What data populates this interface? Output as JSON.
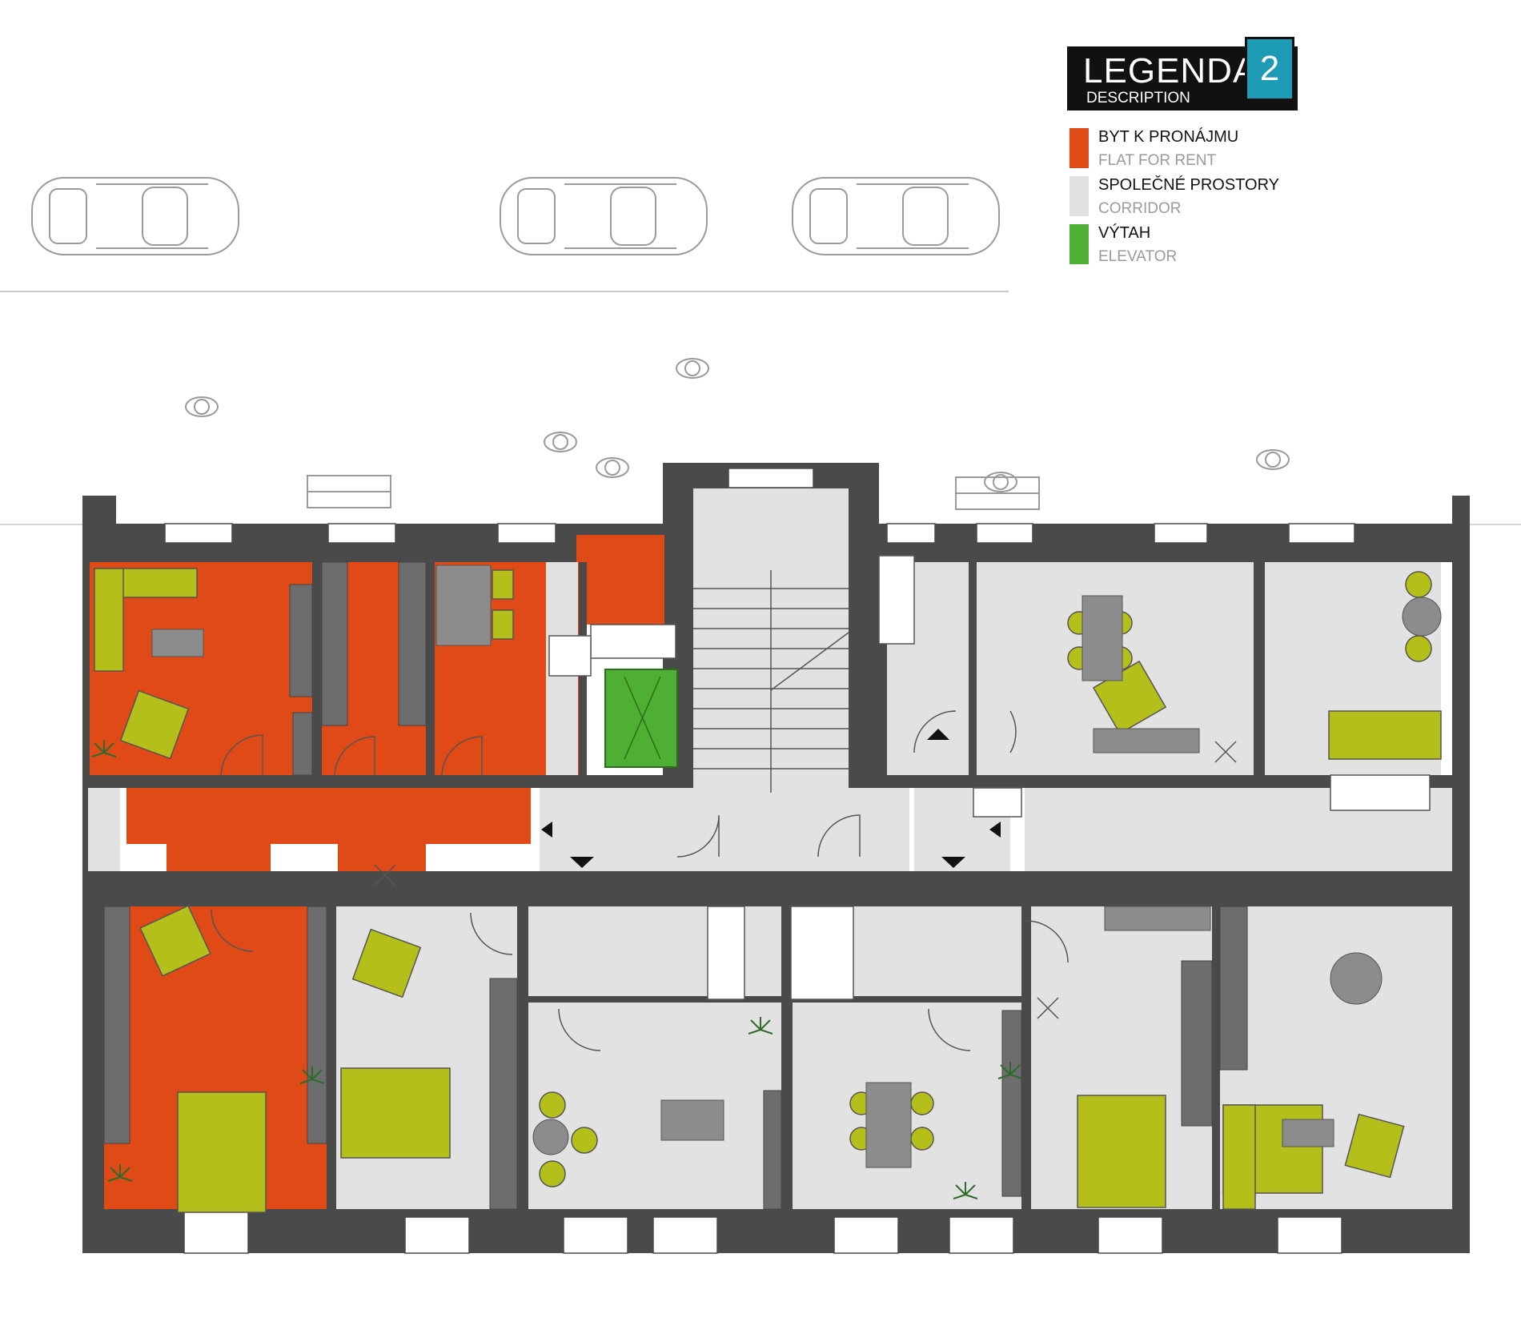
{
  "legend": {
    "title": "LEGENDA",
    "subtitle": "DESCRIPTION",
    "number": "2",
    "items": [
      {
        "label": "BYT K PRONÁJMU",
        "sublabel": "FLAT FOR RENT",
        "color": "#e04a17"
      },
      {
        "label": "SPOLEČNÉ PROSTORY",
        "sublabel": "CORRIDOR",
        "color": "#e2e2e2"
      },
      {
        "label": "VÝTAH",
        "sublabel": "ELEVATOR",
        "color": "#4fae34"
      }
    ]
  },
  "colors": {
    "wall": "#4a4a4a",
    "flat": "#e04a17",
    "common": "#e2e2e2",
    "elevator": "#4fae34",
    "furniture": "#b5bf1a",
    "fixture": "#8c8c8c"
  }
}
